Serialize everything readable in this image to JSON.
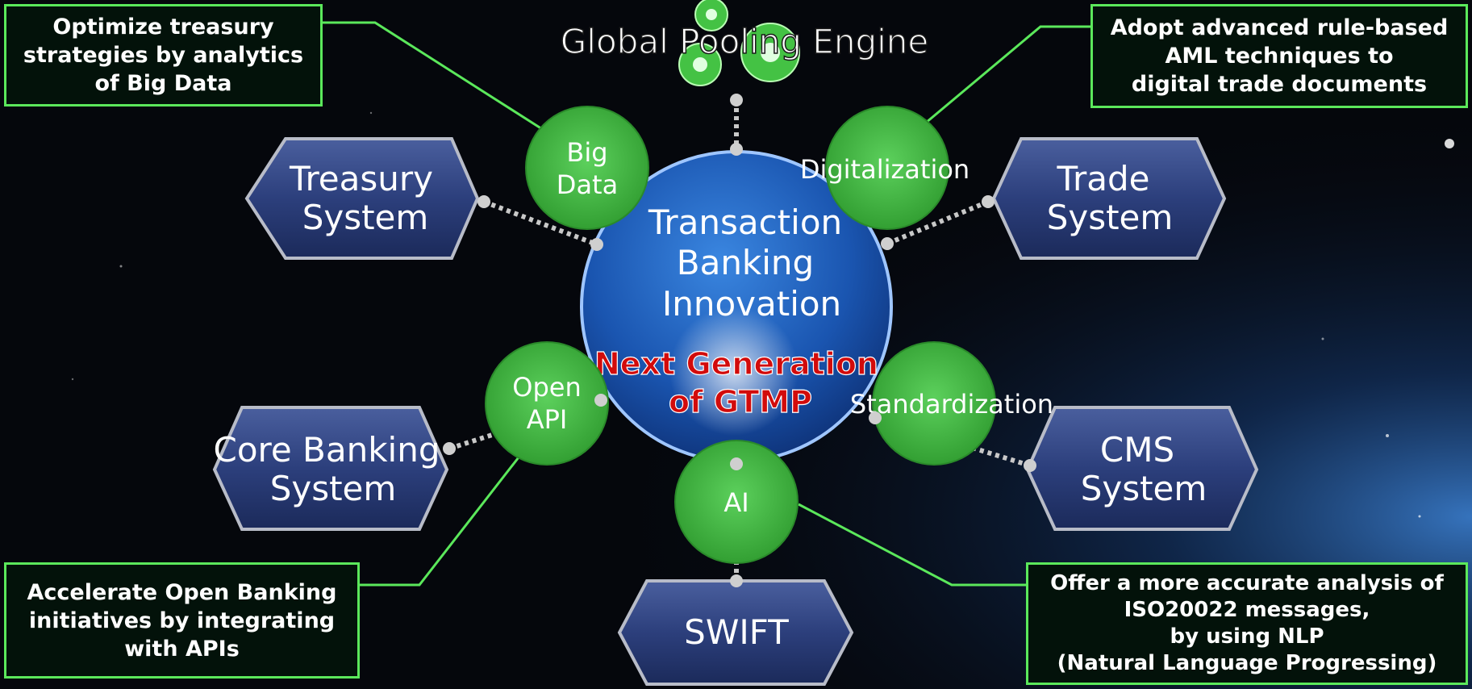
{
  "diagram": {
    "center": {
      "line1": "Transaction",
      "line2": "Banking",
      "line3": "Innovation"
    },
    "center_subtitle": {
      "line1": "Next Generation",
      "line2": "of GTMP"
    },
    "top_label": "Global Pooling Engine",
    "systems": [
      {
        "id": "treasury",
        "line1": "Treasury",
        "line2": "System"
      },
      {
        "id": "trade",
        "line1": "Trade",
        "line2": "System"
      },
      {
        "id": "core",
        "line1": "Core Banking",
        "line2": "System"
      },
      {
        "id": "cms",
        "line1": "CMS",
        "line2": "System"
      },
      {
        "id": "swift",
        "line1": "SWIFT",
        "line2": ""
      }
    ],
    "technologies": [
      {
        "id": "bigdata",
        "line1": "Big",
        "line2": "Data"
      },
      {
        "id": "digital",
        "line1": "Digitalization",
        "line2": ""
      },
      {
        "id": "openapi",
        "line1": "Open",
        "line2": "API"
      },
      {
        "id": "std",
        "line1": "Standardization",
        "line2": ""
      },
      {
        "id": "ai",
        "line1": "AI",
        "line2": ""
      }
    ],
    "callouts": {
      "big_data": "Optimize treasury\nstrategies by analytics\nof Big Data",
      "digitalization": "Adopt advanced rule-based\nAML techniques to\ndigital trade documents",
      "open_api": "Accelerate Open Banking\ninitiatives  by integrating\nwith APIs",
      "ai": "Offer a more accurate analysis of\nISO20022 messages,\nby using NLP\n(Natural Language Progressing)"
    }
  },
  "colors": {
    "background": "#05070c",
    "center_circle": "#1a55b0",
    "tech_circle": "#44b544",
    "hexagon": "#2c3f7c",
    "callout_border": "#5be85b",
    "subtitle_red": "#d20b0b",
    "connector": "#c8c8c8"
  }
}
